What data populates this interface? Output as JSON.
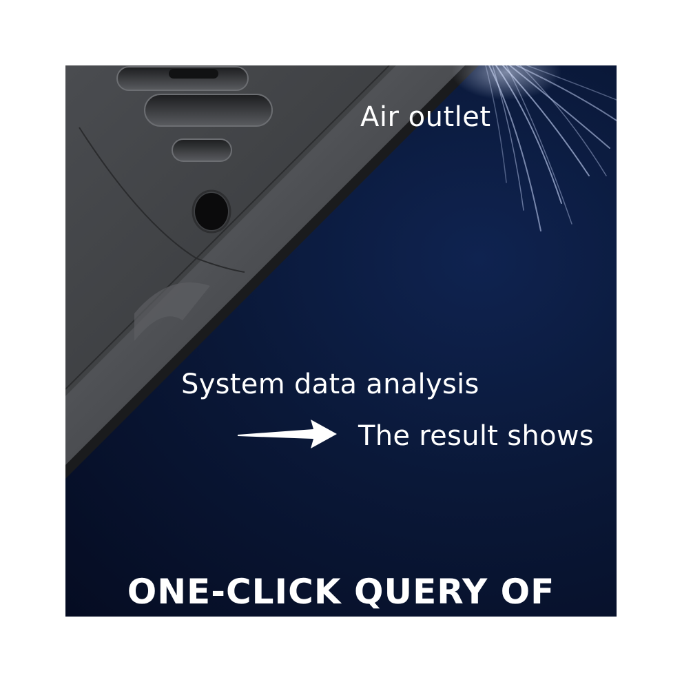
{
  "labels": {
    "air_outlet": "Air outlet",
    "system_data_analysis": "System data analysis",
    "result_shows": "The result shows",
    "headline": "ONE-CLICK QUERY OF"
  },
  "colors": {
    "background_navy": "#0a1838",
    "device_dark_gray": "#3f4144",
    "device_edge": "#55575b",
    "text": "#ffffff"
  },
  "icons": {
    "arrow": "right-arrow-icon"
  }
}
